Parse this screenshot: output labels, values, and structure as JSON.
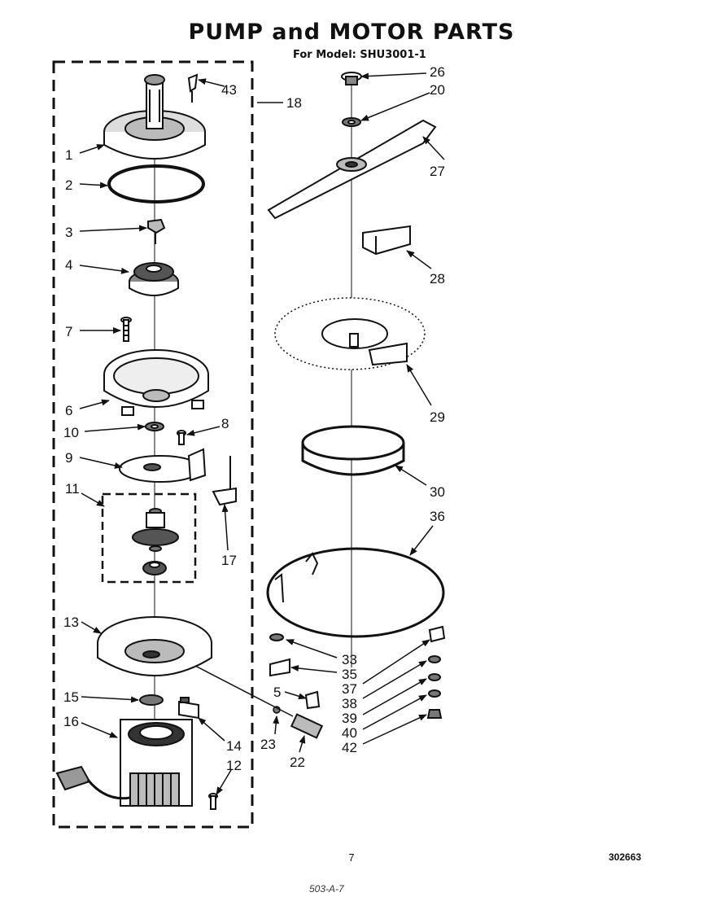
{
  "header": {
    "title": "PUMP and MOTOR PARTS",
    "subtitle": "For Model: SHU3001-1"
  },
  "footer": {
    "page_number": "7",
    "doc_number": "302663",
    "scrawl": "503-A-7"
  },
  "callouts": {
    "p1": "1",
    "p2": "2",
    "p3": "3",
    "p4": "4",
    "p5": "5",
    "p6": "6",
    "p7": "7",
    "p8": "8",
    "p9": "9",
    "p10": "10",
    "p11": "11",
    "p12": "12",
    "p13": "13",
    "p14": "14",
    "p15": "15",
    "p16": "16",
    "p17": "17",
    "p18": "18",
    "p20": "20",
    "p22": "22",
    "p23": "23",
    "p26": "26",
    "p27": "27",
    "p28": "28",
    "p29": "29",
    "p30": "30",
    "p33": "33",
    "p35": "35",
    "p36": "36",
    "p37": "37",
    "p38": "38",
    "p39": "39",
    "p40": "40",
    "p42": "42",
    "p43": "43"
  }
}
